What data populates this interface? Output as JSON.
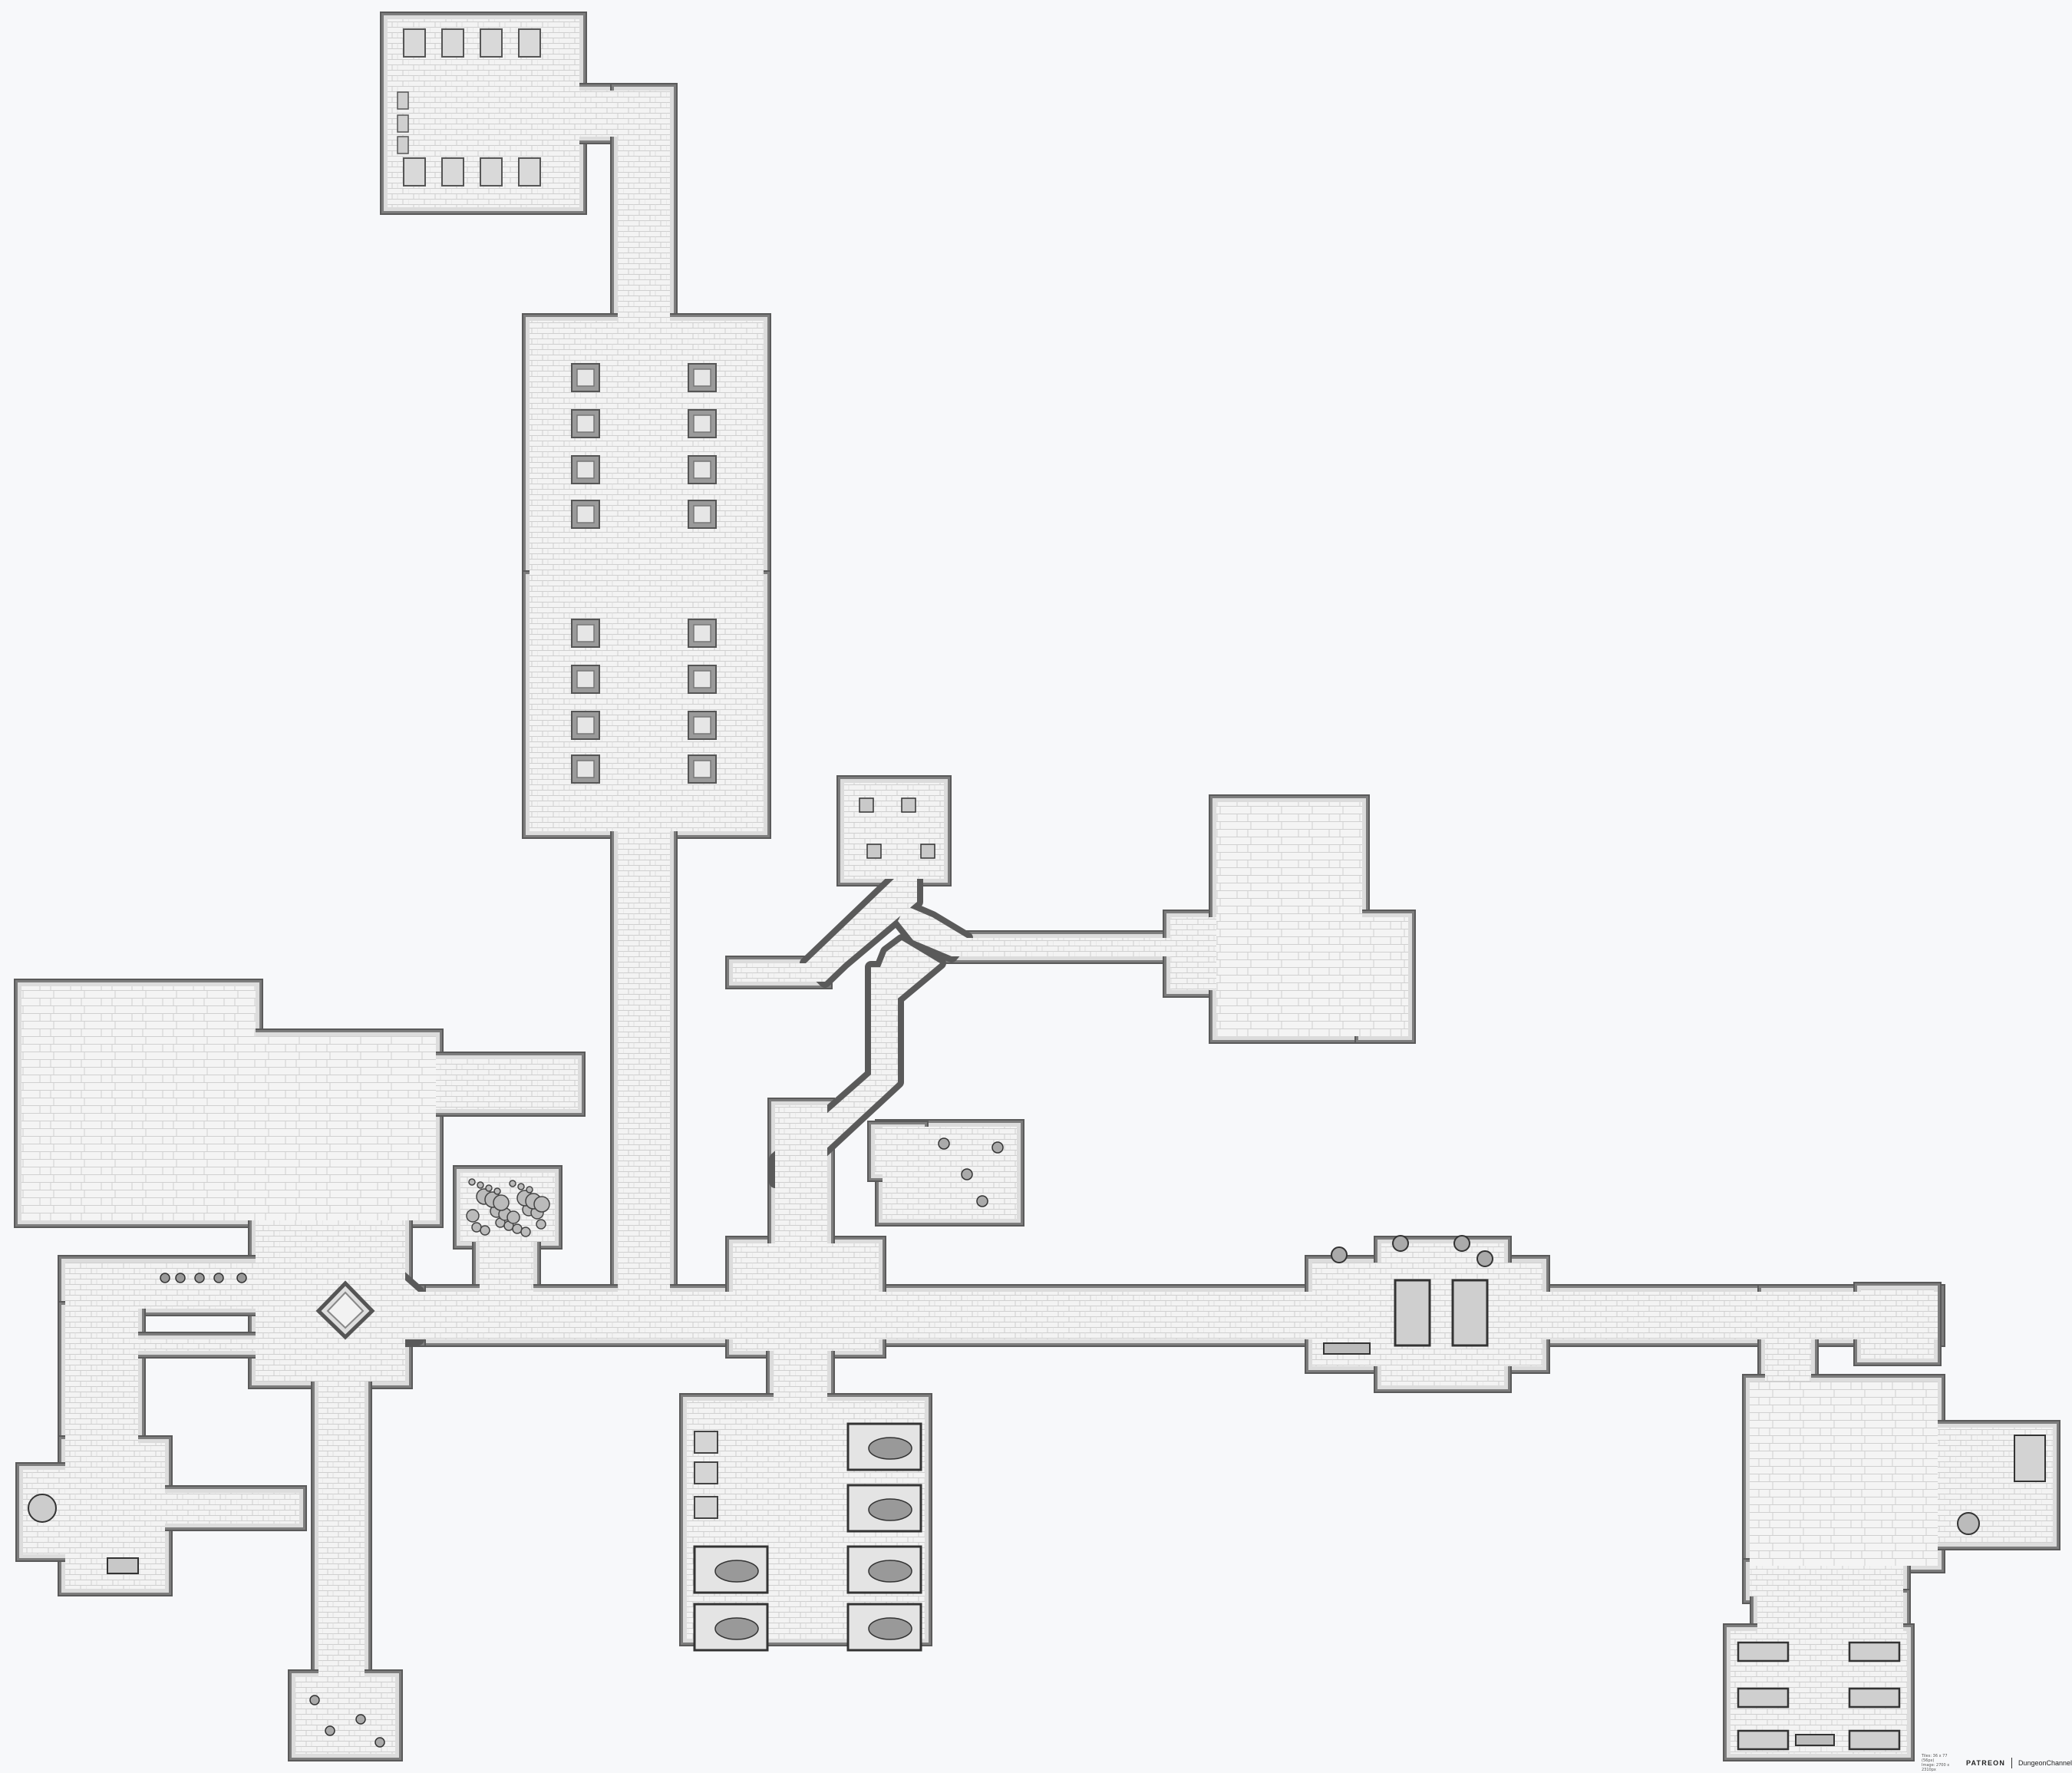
{
  "map": {
    "style": {
      "background": "#f7f8fa",
      "floor": "#f2f2f2",
      "tile_line": "#c9c9c9",
      "wall": "#7d7d7d",
      "wall_dark": "#5a5a5a",
      "wall_light": "#dcdcdc",
      "furniture": "#555555"
    },
    "footer": {
      "meta_line1": "Tiles: 36 x 77 (56px)",
      "meta_line2": "Image: 2700 x 2310px",
      "brand": "PATREON",
      "channel": "DungeonChannel"
    }
  }
}
